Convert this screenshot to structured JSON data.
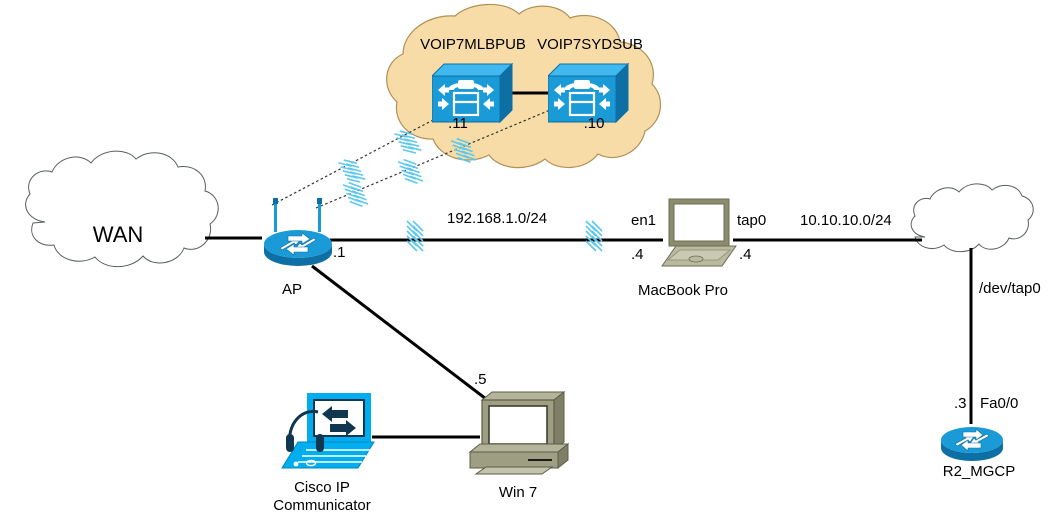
{
  "diagram": {
    "title": "Network topology diagram",
    "background": "#ffffff",
    "colors": {
      "voip_cloud_fill": "#f7dca8",
      "voip_cloud_stroke": "#b59a5e",
      "plain_cloud_stroke": "#4c5b4c",
      "cisco_blue": "#1a9ad6",
      "cisco_blue_dark": "#0d6fa3",
      "cisco_blue_light": "#3fb9ef",
      "laptop_khaki": "#8b8c6e",
      "laptop_khaki_light": "#b9baa0",
      "pc_khaki": "#9d9e82",
      "ipc_cyan": "#00aeef",
      "ipc_navy": "#10374f",
      "wireless_blue": "#5cc8f0",
      "line_black": "#000000"
    }
  },
  "clouds": [
    {
      "id": "wan-cloud",
      "label": "WAN",
      "filled": false
    },
    {
      "id": "voip-cloud",
      "label": "",
      "filled": true
    },
    {
      "id": "right-cloud",
      "label": "",
      "filled": false
    }
  ],
  "nodes": {
    "wan": {
      "label": "WAN",
      "type": "cloud"
    },
    "ap": {
      "label": "AP",
      "type": "wireless-router",
      "address": ".1"
    },
    "voip_pub": {
      "label": "VOIP7MLBPUB",
      "type": "call-manager",
      "address": ".11"
    },
    "voip_sub": {
      "label": "VOIP7SYDSUB",
      "type": "call-manager",
      "address": ".10"
    },
    "macbook": {
      "label": "MacBook Pro",
      "type": "laptop",
      "left_interface": "en1",
      "left_address": ".4",
      "right_interface": "tap0",
      "right_address": ".4"
    },
    "win7": {
      "label": "Win 7",
      "type": "desktop-pc",
      "address": ".5"
    },
    "ipc": {
      "label_line1": "Cisco IP",
      "label_line2": "Communicator",
      "type": "ip-communicator"
    },
    "right_cloud": {
      "label": "",
      "type": "cloud",
      "interface": "/dev/tap0"
    },
    "r2": {
      "label": "R2_MGCP",
      "type": "router",
      "address": ".3",
      "interface": "Fa0/0"
    }
  },
  "links": [
    {
      "id": "wan-ap",
      "label": "",
      "style": "solid"
    },
    {
      "id": "ap-voip-pub",
      "label": "",
      "style": "wireless-dotted"
    },
    {
      "id": "ap-voip-sub",
      "label": "",
      "style": "wireless-dotted"
    },
    {
      "id": "voip-pub-voip-sub",
      "label": "",
      "style": "solid"
    },
    {
      "id": "ap-macbook",
      "label": "192.168.1.0/24",
      "style": "wireless-solid"
    },
    {
      "id": "macbook-right-cloud",
      "label": "10.10.10.0/24",
      "style": "solid"
    },
    {
      "id": "right-cloud-r2",
      "label": "/dev/tap0",
      "style": "solid"
    },
    {
      "id": "ap-win7",
      "label": ".5",
      "style": "solid"
    },
    {
      "id": "ipc-win7",
      "label": "",
      "style": "solid"
    }
  ],
  "labels": {
    "subnet_wireless": "192.168.1.0/24",
    "subnet_tap": "10.10.10.0/24",
    "dev_tap0": "/dev/tap0",
    "fa00": "Fa0/0",
    "en1": "en1",
    "tap0": "tap0",
    "addr_ap": ".1",
    "addr_pub": ".11",
    "addr_sub": ".10",
    "addr_mac_left": ".4",
    "addr_mac_right": ".4",
    "addr_win7": ".5",
    "addr_r2": ".3"
  }
}
